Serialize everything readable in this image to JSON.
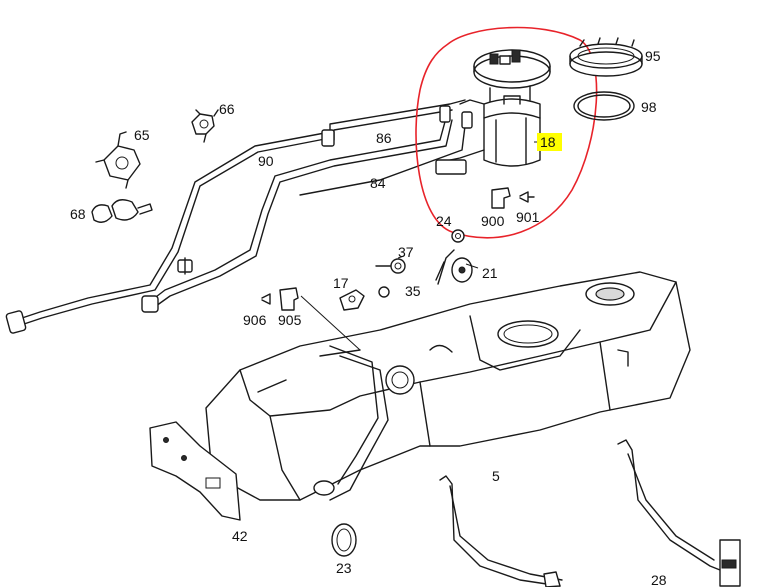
{
  "diagram": {
    "highlight_color": "#ffff00",
    "markup_color": "#e8232a",
    "highlighted_part": "18",
    "labels": {
      "p95": "95",
      "p98": "98",
      "p18": "18",
      "p900": "900",
      "p901": "901",
      "p66": "66",
      "p65": "65",
      "p86": "86",
      "p90": "90",
      "p84": "84",
      "p68": "68",
      "p24": "24",
      "p37": "37",
      "p21": "21",
      "p17": "17",
      "p35": "35",
      "p906": "906",
      "p905": "905",
      "p5": "5",
      "p42": "42",
      "p23": "23",
      "p28": "28"
    }
  }
}
